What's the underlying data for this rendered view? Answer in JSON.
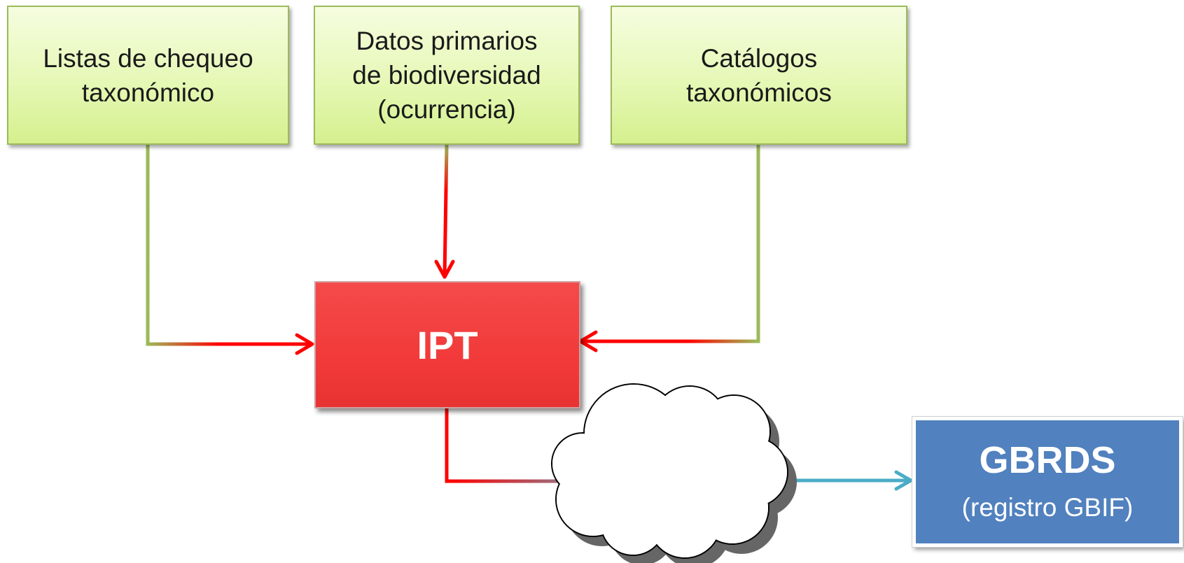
{
  "diagram": {
    "sources": [
      {
        "lines": [
          "Listas de chequeo",
          "taxonómico"
        ]
      },
      {
        "lines": [
          "Datos primarios",
          "de biodiversidad",
          "(ocurrencia)"
        ]
      },
      {
        "lines": [
          "Catálogos",
          "taxonómicos"
        ]
      }
    ],
    "ipt": {
      "label": "IPT"
    },
    "gbrds": {
      "title": "GBRDS",
      "subtitle": "(registro GBIF)"
    },
    "cloud": {
      "label": ""
    }
  },
  "colors": {
    "green_fill": "#e6f8b6",
    "green_border": "#9bbb59",
    "red": "#f23a3a",
    "arrow_red": "#ff0000",
    "blue": "#5181be",
    "teal_arrow": "#4bacc6"
  }
}
